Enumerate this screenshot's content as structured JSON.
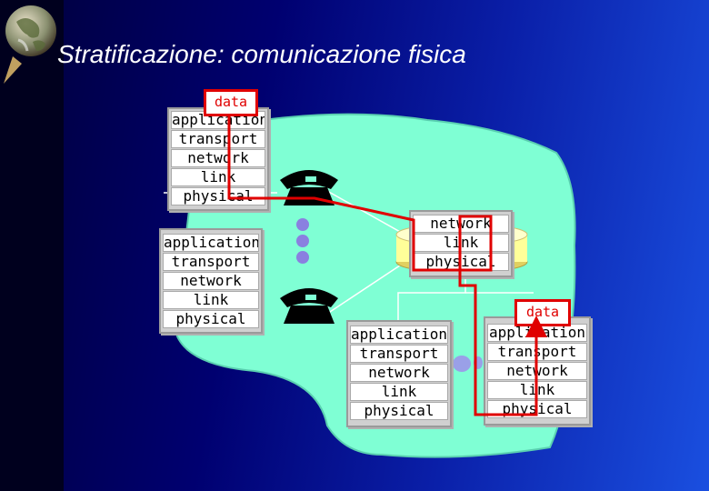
{
  "slide": {
    "title": "Stratificazione: comunicazione fisica"
  },
  "data_label": "data",
  "host_stack": {
    "layers": [
      "application",
      "transport",
      "network",
      "link",
      "physical"
    ]
  },
  "router_stack": {
    "layers": [
      "network",
      "link",
      "physical"
    ]
  },
  "colors": {
    "background": "#0a1fa8",
    "network_cloud": "#7fffd4",
    "flow_arrow": "#e00000",
    "layer_box": "#ffffff",
    "router_disk": "#ffff99"
  },
  "icons": [
    "globe-icon",
    "telephone-icon",
    "router-icon"
  ]
}
